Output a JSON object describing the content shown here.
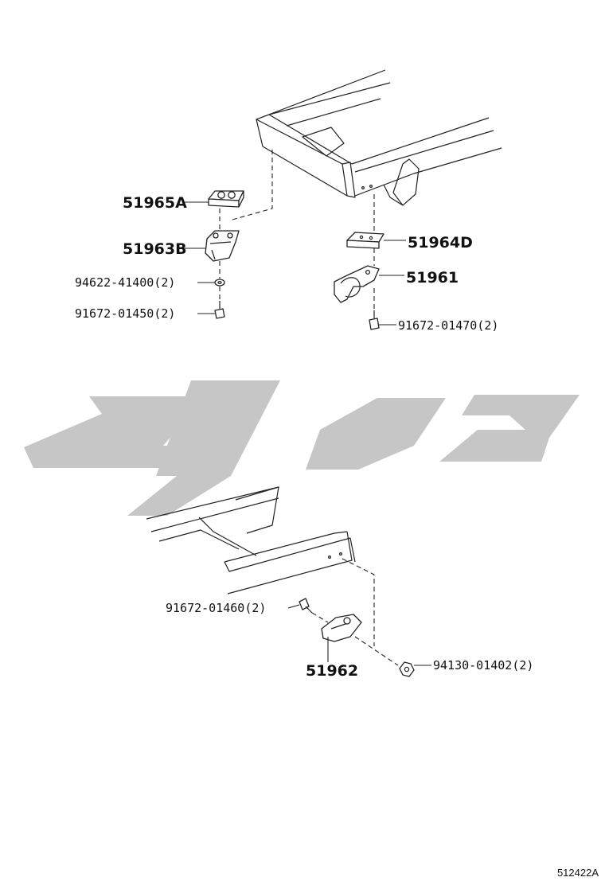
{
  "watermark": {
    "color": "#c6c6c6",
    "description": "logo"
  },
  "labels": {
    "p51965a": "51965A",
    "p51963b": "51963B",
    "p94622": "94622-41400(2)",
    "p91672_01450": "91672-01450(2)",
    "p51964d": "51964D",
    "p51961": "51961",
    "p91672_01470": "91672-01470(2)",
    "p91672_01460": "91672-01460(2)",
    "p51962": "51962",
    "p94130": "94130-01402(2)"
  },
  "drawing_id": "512422A"
}
